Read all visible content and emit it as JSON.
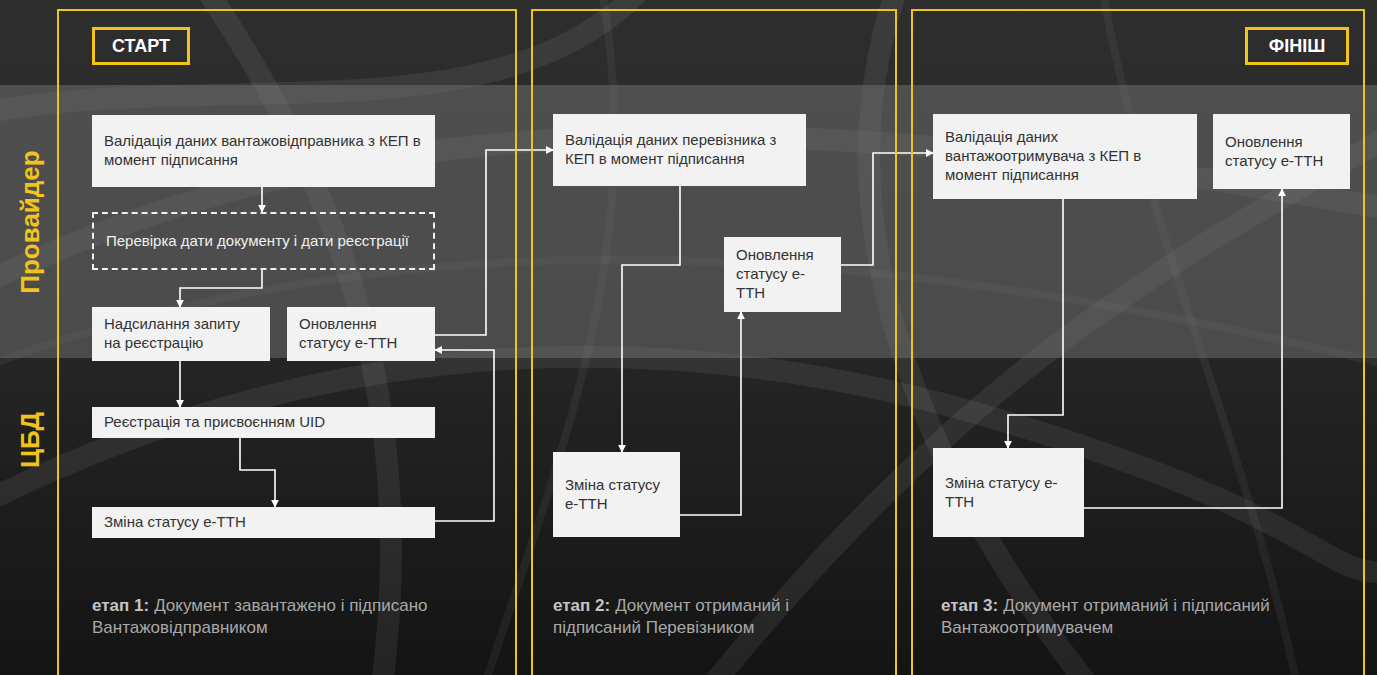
{
  "diagram": {
    "nodes": [
      {
        "text": [
          "етап 1:",
          "Документ завантажено і підписано Вантажовідправником"
        ]
      },
      {
        "text": [
          "СТАРТ"
        ],
        "in": 0
      },
      {
        "text": [
          "Валідація даних вантажовідправника з КЕП в момент підписання"
        ],
        "in": 0
      },
      {
        "text": [
          "Перевірка дати документу і дати реєстрації"
        ],
        "in": 0
      },
      {
        "text": [
          "Надсилання запиту на реєстрацію"
        ],
        "in": 0
      },
      {
        "text": [
          "Оновлення статусу е-ТТН"
        ],
        "in": 0
      },
      {
        "text": [
          "Реєстрація та присвоєнням UID"
        ],
        "in": 0
      },
      {
        "text": [
          "Зміна статусу е-ТТН"
        ],
        "in": 0
      },
      {
        "text": [
          "етап 2:",
          "Документ отриманий і підписаний Перевізником"
        ]
      },
      {
        "text": [
          "Валідація даних перевізника з КЕП в момент підписання"
        ],
        "in": 8
      },
      {
        "text": [
          "Оновлення статусу е-ТТН"
        ],
        "in": 8
      },
      {
        "text": [
          "Зміна статусу е-ТТН"
        ],
        "in": 8
      },
      {
        "text": [
          "етап 3:",
          "Документ отриманий і підписаний Вантажоотримувачем"
        ]
      },
      {
        "text": [
          "ФІНІШ"
        ],
        "in": 12
      },
      {
        "text": [
          "Валідація даних вантажоотримувача з КЕП в момент підписання"
        ],
        "in": 12
      },
      {
        "text": [
          "Оновлення статусу е-ТТН"
        ],
        "in": 12
      },
      {
        "text": [
          "Зміна статусу е-ТТН"
        ],
        "in": 12
      }
    ],
    "edges": [
      {
        "from": 2,
        "to": 3,
        "arrow": "to"
      },
      {
        "from": 3,
        "to": 4,
        "arrow": "to"
      },
      {
        "from": 4,
        "to": 6,
        "arrow": "to"
      },
      {
        "from": 6,
        "to": 7,
        "arrow": "to"
      },
      {
        "from": 7,
        "to": 5,
        "arrow": "to"
      },
      {
        "from": 5,
        "to": 9,
        "arrow": "to"
      },
      {
        "from": 9,
        "to": 11,
        "arrow": "to"
      },
      {
        "from": 11,
        "to": 10,
        "arrow": "to"
      },
      {
        "from": 10,
        "to": 14,
        "arrow": "to"
      },
      {
        "from": 14,
        "to": 16,
        "arrow": "to"
      },
      {
        "from": 16,
        "to": 15,
        "arrow": "to"
      }
    ],
    "labels": [
      "Провайдер",
      "ЦБД"
    ]
  }
}
